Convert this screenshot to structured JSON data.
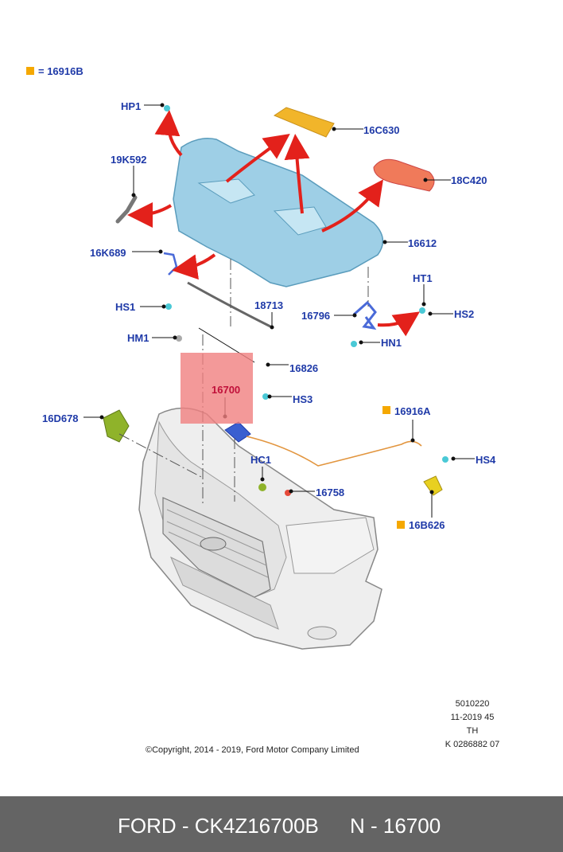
{
  "legend": {
    "text": "= 16916B",
    "color": "#f5a800"
  },
  "labels": {
    "hp1": "HP1",
    "k16c630": "16C630",
    "k19k592": "19K592",
    "k18c420": "18C420",
    "k16612": "16612",
    "k16k689": "16K689",
    "ht1": "HT1",
    "hs1": "HS1",
    "k18713": "18713",
    "k16796": "16796",
    "hs2": "HS2",
    "hn1": "HN1",
    "hm1": "HM1",
    "k16826": "16826",
    "k16700": "16700",
    "hs3": "HS3",
    "k16d678": "16D678",
    "k16916a": "16916A",
    "hc1": "HC1",
    "hs4": "HS4",
    "k16758": "16758",
    "k16b626": "16B626"
  },
  "info": {
    "line1": "5010220",
    "line2": "11-2019 45",
    "line3": "TH",
    "line4": "K 0286882 07"
  },
  "copyright": "©Copyright, 2014 - 2019, Ford Motor Company Limited",
  "footer": {
    "part": "FORD - CK4Z16700B",
    "ref": "N - 16700"
  },
  "colors": {
    "label": "#1f3aa8",
    "highlight_label": "#c0103a",
    "hood": "#9ecfe6",
    "arrow": "#e3211b",
    "gasket": "#f07a5a",
    "grille_insert": "#f1b52a",
    "bracket": "#8fb32a",
    "highlight_box": "#f08080",
    "square_marker": "#f5a800",
    "footer_bg": "#646464"
  }
}
